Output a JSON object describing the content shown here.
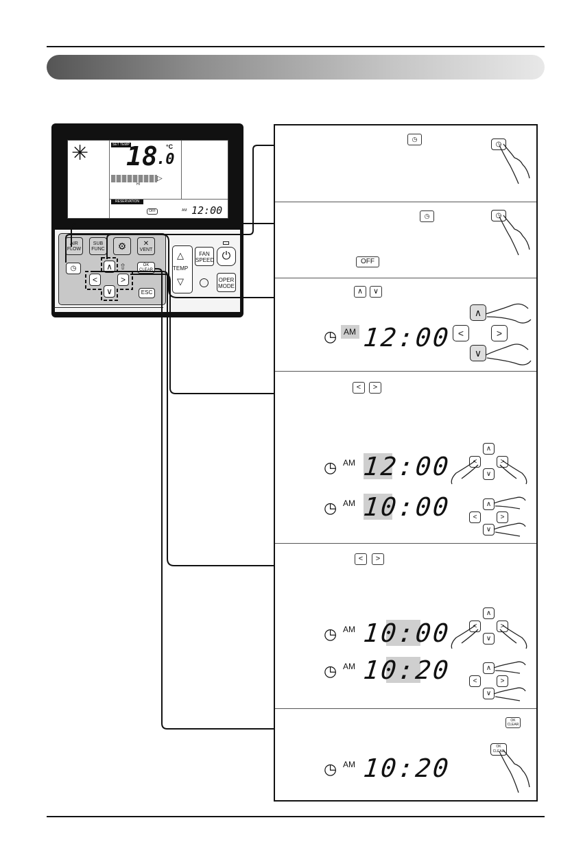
{
  "remote": {
    "lcd": {
      "set_temp_badge": "SET TEMP",
      "temperature": "18",
      "temperature_decimal": ".0",
      "unit": "°C",
      "fan_level": "HI",
      "reservation_label": "RESERVATION",
      "off_badge": "OFF",
      "am_label": "AM",
      "clock": "12:00"
    },
    "buttons": {
      "air_flow": [
        "AIR",
        "FLOW"
      ],
      "sub_func": [
        "SUB",
        "FUNC"
      ],
      "vent": "VENT",
      "ok_clear": [
        "OK",
        "CLEAR"
      ],
      "esc": "ESC",
      "temp": "TEMP",
      "fan_speed": [
        "FAN",
        "SPEED"
      ],
      "oper_mode": [
        "OPER",
        "MODE"
      ]
    }
  },
  "steps": {
    "step2": {
      "off_badge": "OFF"
    },
    "step3": {
      "am": "AM",
      "time": "12:00"
    },
    "step4": {
      "am_a": "AM",
      "time_a": "12:00",
      "am_b": "AM",
      "time_b": "10:00"
    },
    "step5": {
      "am_a": "AM",
      "time_a": "10:00",
      "am_b": "AM",
      "time_b": "10:20"
    },
    "step6": {
      "ok_label": "OK",
      "clear_label": "CLEAR",
      "am": "AM",
      "time": "10:20"
    }
  }
}
